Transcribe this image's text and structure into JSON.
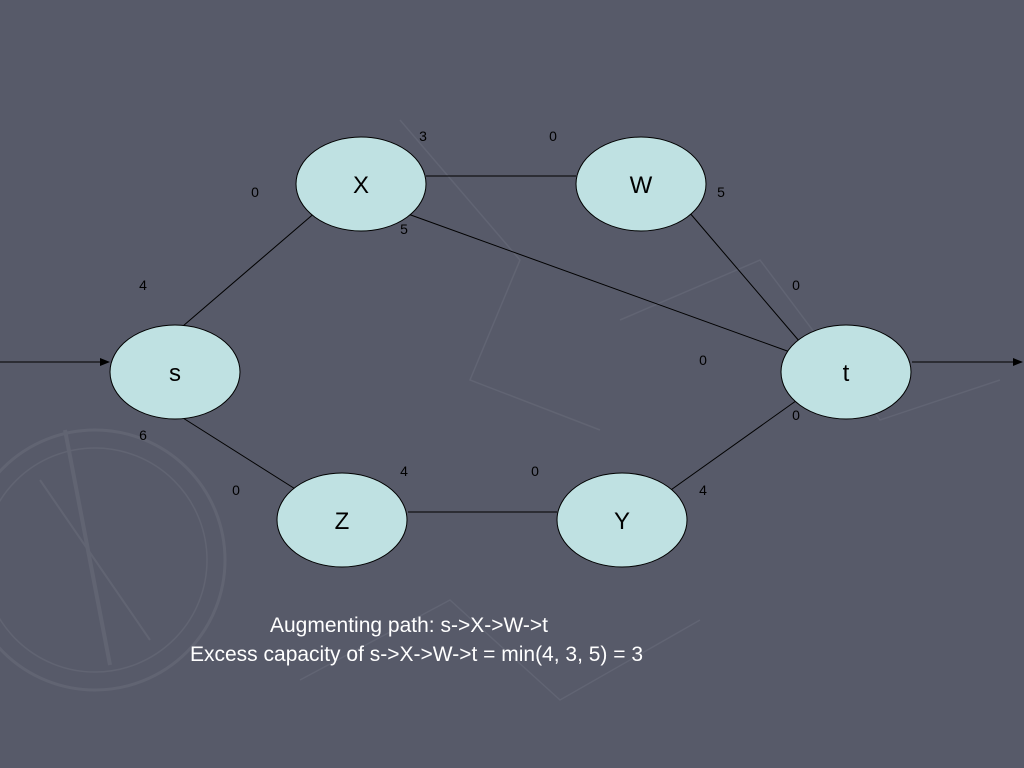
{
  "colors": {
    "background": "#575a69",
    "node_fill": "#bfe1e2",
    "stroke": "#000000",
    "text_light": "#ffffff",
    "watermark": "#6a6d7b"
  },
  "nodes": {
    "s": "s",
    "x": "X",
    "w": "W",
    "t": "t",
    "z": "Z",
    "y": "Y"
  },
  "edge_labels": {
    "s_x_s_end": "4",
    "s_x_x_end": "0",
    "x_w_x_end": "3",
    "x_w_w_end": "0",
    "x_t_x_end": "5",
    "x_t_t_end": "0",
    "w_t_w_end": "5",
    "w_t_t_end": "0",
    "s_z_s_end": "6",
    "s_z_z_end": "0",
    "z_y_z_end": "4",
    "z_y_y_end": "0",
    "y_t_y_end": "4",
    "y_t_t_end": "0"
  },
  "caption": {
    "line1": "Augmenting path: s->X->W->t",
    "line2": "Excess capacity of s->X->W->t  = min(4, 3, 5) = 3"
  }
}
